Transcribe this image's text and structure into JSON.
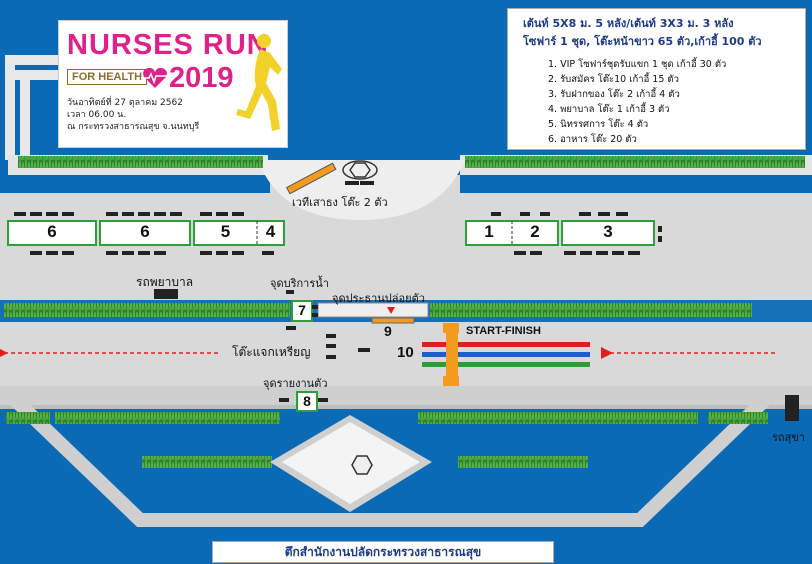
{
  "logo": {
    "title": "NURSES RUN",
    "for_health": "FOR HEALTH",
    "year": "2019",
    "date_line": "วันอาทิตย์ที่ 27 ตุลาคม 2562",
    "time_line": "เวลา 06.00 น.",
    "place_line": "ณ กระทรวงสาธารณสุข จ.นนทบุรี"
  },
  "info": {
    "title_line1": "เต้นท์ 5X8 ม. 5 หลัง/เต้นท์ 3X3 ม. 3 หลัง",
    "title_line2": "โซฟาร์ 1 ชุด, โต๊ะหน้าขาว 65 ตัว,เก้าอี้ 100 ตัว",
    "items": [
      "1. VIP โซฟาร์ชุดรับแขก 1 ชุด เก้าอี้ 30 ตัว",
      "2. รับสมัคร โต๊ะ10 เก้าอี้ 15 ตัว",
      "3. รับฝากของ โต๊ะ 2 เก้าอี้ 4 ตัว",
      "4. พยาบาล โต๊ะ 1 เก้าอี้ 3 ตัว",
      "5. นิทรรศการ  โต๊ะ 4 ตัว",
      "6. อาหาร โต๊ะ 20 ตัว"
    ]
  },
  "labels": {
    "stage": "เวทีเสาธง โต๊ะ 2 ตัว",
    "ambulance": "รถพยาบาล",
    "water_point": "จุดบริการน้ำ",
    "chair_release": "จุดประธานปล่อยตัว",
    "medal_table": "โต๊ะแจกเหรียญ",
    "report_point": "จุดรายงานตัว",
    "start_finish": "START-FINISH",
    "toilet_truck": "รถสุขา",
    "building": "ตึกสำนักงานปลัดกระทรวงสาธารณสุข"
  },
  "tents_left": [
    "6",
    "6",
    "5",
    "4"
  ],
  "tents_right": [
    "1",
    "2",
    "3"
  ],
  "markers": {
    "water": "7",
    "report": "8",
    "chair": "9",
    "medal": "10"
  },
  "colors": {
    "water": "#0a6ab6",
    "road": "#d9d9d9",
    "grass": "#3e9a3a",
    "start_line_red": "#e02020",
    "start_line_blue": "#1f5fc8",
    "start_line_green": "#2e9e3a",
    "start_gate": "#f39a1f",
    "route_arrow": "#e02020",
    "logo_pink": "#e0218a"
  }
}
